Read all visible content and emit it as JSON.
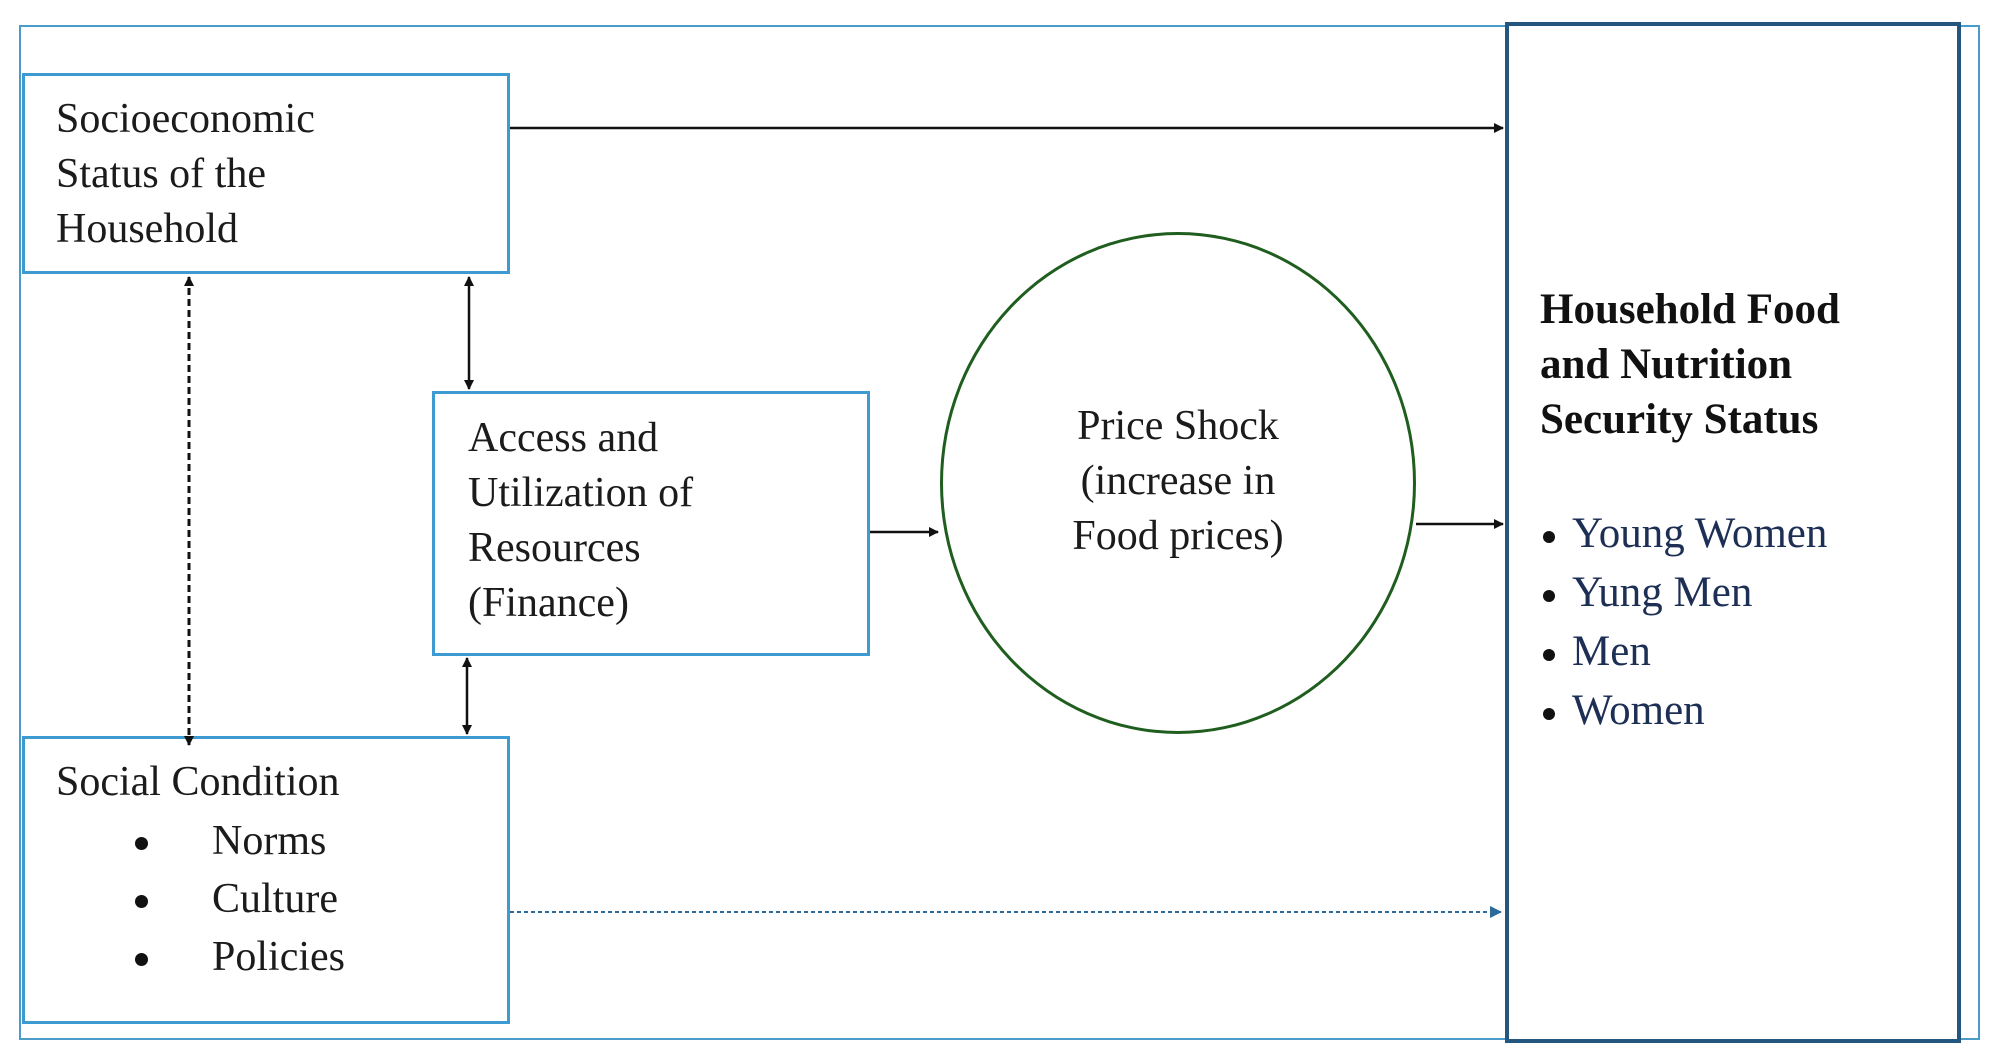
{
  "boxes": {
    "socioeconomic": {
      "lines": [
        "Socioeconomic",
        "Status of the",
        "Household"
      ]
    },
    "access": {
      "lines": [
        "Access and",
        "Utilization of",
        "Resources",
        "(Finance)"
      ]
    },
    "social": {
      "title": "Social Condition",
      "items": [
        "Norms",
        "Culture",
        "Policies"
      ]
    },
    "price_shock": {
      "lines": [
        "Price Shock",
        "(increase in",
        "Food prices)"
      ]
    },
    "outcome": {
      "title_lines": [
        "Household Food",
        "and Nutrition",
        "Security Status"
      ],
      "items": [
        "Young Women",
        "Yung Men",
        "Men",
        "Women"
      ]
    }
  },
  "colors": {
    "box_border": "#3d9bd1",
    "outcome_border": "#23577f",
    "circle_border": "#1f5e1f",
    "arrow": "#111111",
    "dotted_arrow": "#2a6a9a",
    "list_text": "#1d2f55"
  }
}
